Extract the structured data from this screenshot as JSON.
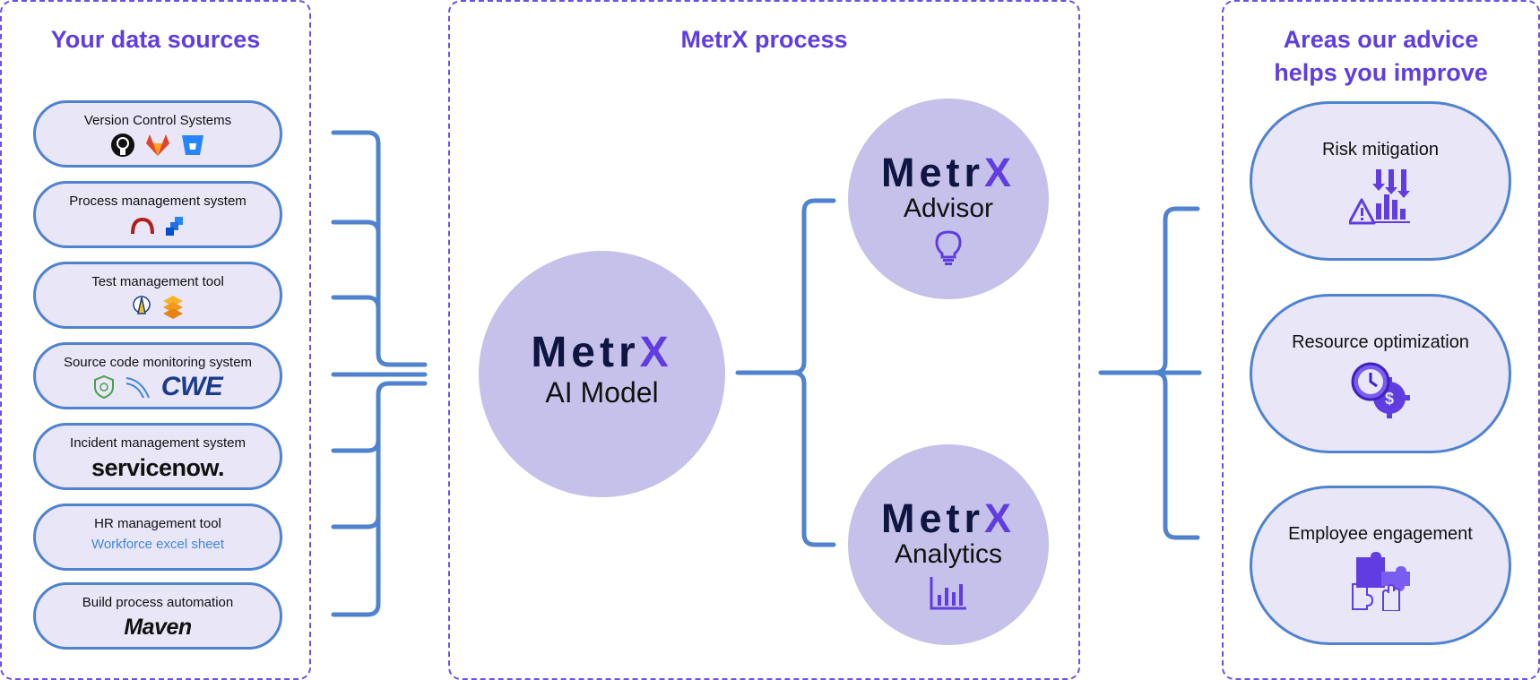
{
  "panels": {
    "sources_title": "Your data sources",
    "process_title": "MetrX process",
    "areas_title_line1": "Areas our advice",
    "areas_title_line2": "helps you improve"
  },
  "sources": [
    {
      "label": "Version Control Systems",
      "icons": [
        "github-icon",
        "gitlab-icon",
        "bitbucket-icon"
      ]
    },
    {
      "label": "Process management system",
      "icons": [
        "redmine-icon",
        "jira-icon"
      ]
    },
    {
      "label": "Test management tool",
      "icons": [
        "testrail-icon",
        "zephyr-icon"
      ]
    },
    {
      "label": "Source code monitoring system",
      "icons": [
        "shield-icon",
        "sonar-icon"
      ],
      "brand": "CWE"
    },
    {
      "label": "Incident management system",
      "brand": "servicenow."
    },
    {
      "label": "HR management tool",
      "sub": "Workforce excel sheet"
    },
    {
      "label": "Build process automation",
      "brand": "Maven"
    }
  ],
  "model": {
    "brand_main": "Metr",
    "brand_x": "X",
    "subtitle": "AI Model"
  },
  "advisor": {
    "brand_main": "Metr",
    "brand_x": "X",
    "subtitle": "Advisor",
    "icon": "lightbulb-icon"
  },
  "analytics": {
    "brand_main": "Metr",
    "brand_x": "X",
    "subtitle": "Analytics",
    "icon": "bar-chart-icon"
  },
  "areas": [
    {
      "label": "Risk mitigation",
      "icon": "risk-chart-icon"
    },
    {
      "label": "Resource optimization",
      "icon": "clock-gear-icon"
    },
    {
      "label": "Employee engagement",
      "icon": "puzzle-hand-icon"
    }
  ],
  "colors": {
    "accent": "#5f3de0",
    "line": "#4f82cf",
    "circle": "#c6c1ea",
    "pill": "#e8e6f7",
    "dark": "#0d1540"
  }
}
